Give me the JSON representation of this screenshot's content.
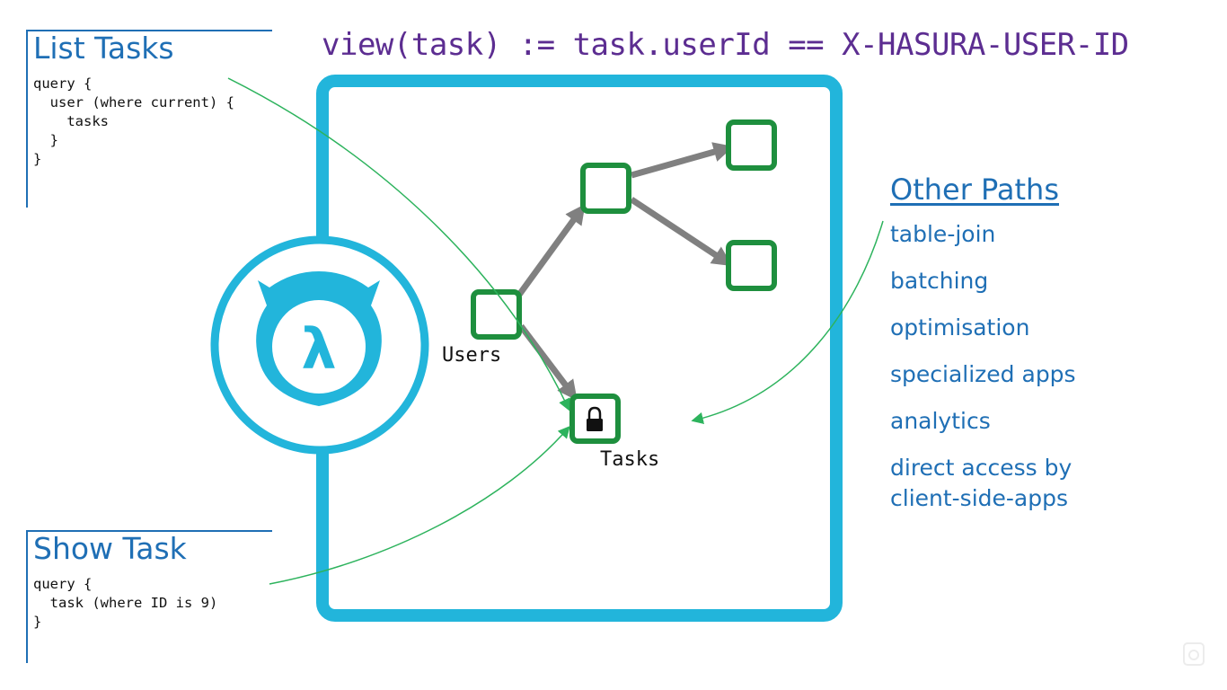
{
  "formula": "view(task) := task.userId == X-HASURA-USER-ID",
  "list_tasks": {
    "title": "List Tasks",
    "code": "query {\n  user (where current) {\n    tasks\n  }\n}"
  },
  "show_task": {
    "title": "Show Task",
    "code": "query {\n  task (where ID is 9)\n}"
  },
  "graph": {
    "users_label": "Users",
    "tasks_label": "Tasks",
    "logo_glyph": "λ"
  },
  "other_paths": {
    "title": "Other Paths",
    "items": [
      "table-join",
      "batching",
      "optimisation",
      "specialized apps",
      "analytics",
      "direct access by client-side-apps"
    ]
  },
  "colors": {
    "frame": "#22b5db",
    "node": "#1e8f3e",
    "arrow": "#808080",
    "annotation": "#2db35d",
    "heading": "#1f6fb5",
    "formula": "#5c2d91"
  },
  "icons": [
    "hasura-logo-icon",
    "lock-icon",
    "watermark-icon"
  ]
}
